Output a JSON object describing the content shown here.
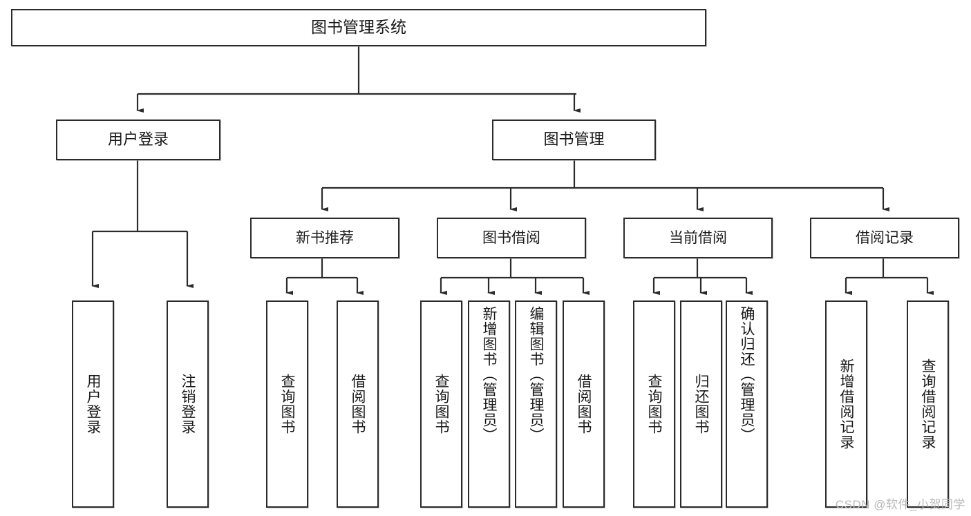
{
  "diagram": {
    "type": "hierarchy-tree",
    "title": "图书管理系统",
    "watermark": "CSDN @软件_小贺同学",
    "colors": {
      "box_border": "#2b2b2b",
      "box_fill": "#ffffff",
      "connector": "#2b2b2b",
      "text": "#1a1a1a",
      "watermark": "#b9b9b9"
    },
    "root": {
      "label": "图书管理系统"
    },
    "level1": [
      {
        "label": "用户登录"
      },
      {
        "label": "图书管理"
      }
    ],
    "level2": [
      {
        "label": "新书推荐"
      },
      {
        "label": "图书借阅"
      },
      {
        "label": "当前借阅"
      },
      {
        "label": "借阅记录"
      }
    ],
    "leaves": {
      "user_login": [
        {
          "label": "用户登录"
        },
        {
          "label": "注销登录"
        }
      ],
      "new_book_recommend": [
        {
          "label": "查询图书"
        },
        {
          "label": "借阅图书"
        }
      ],
      "book_borrow": [
        {
          "label": "查询图书"
        },
        {
          "label": "新增图书（管理员）"
        },
        {
          "label": "编辑图书（管理员）"
        },
        {
          "label": "借阅图书"
        }
      ],
      "current_borrow": [
        {
          "label": "查询图书"
        },
        {
          "label": "归还图书"
        },
        {
          "label": "确认归还（管理员）"
        }
      ],
      "borrow_record": [
        {
          "label": "新增借阅记录"
        },
        {
          "label": "查询借阅记录"
        }
      ]
    }
  }
}
